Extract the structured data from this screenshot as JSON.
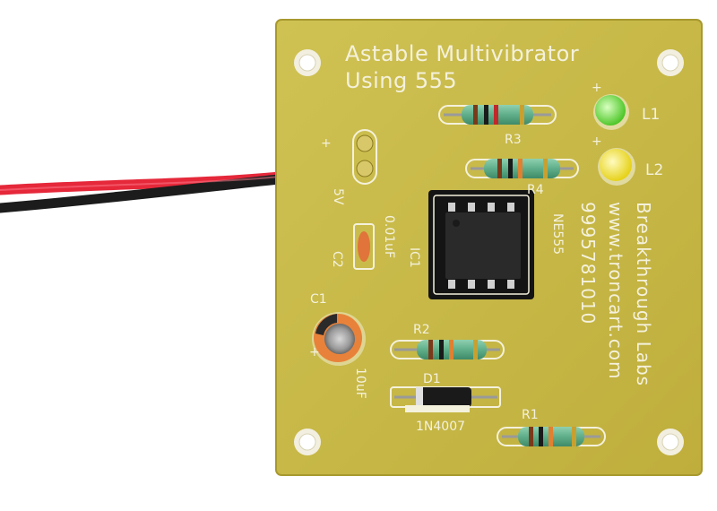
{
  "board": {
    "title_line1": "Astable Multivibrator",
    "title_line2": "Using 555",
    "brand": "Breakthrough Labs",
    "website": "www.troncart.com",
    "phone": "9995781010",
    "colors": {
      "pcb": "#c8b94a",
      "silk": "#f4f1dc",
      "wire_red": "#e5283a",
      "wire_black": "#1c1c1c"
    }
  },
  "labels": {
    "r1": "R1",
    "r2": "R2",
    "r3": "R3",
    "r4": "R4",
    "l1": "L1",
    "l2": "L2",
    "ic": "IC1",
    "ic_part": "NE555",
    "d1": "D1",
    "diode_part": "1N4007",
    "c1": "C1",
    "c1_value": "10uF",
    "c2": "C2",
    "c2_value": "0.01uF",
    "power": "5V",
    "plus": "+",
    "plus_l1": "+",
    "plus_l2": "+",
    "plus_c1": "+"
  }
}
